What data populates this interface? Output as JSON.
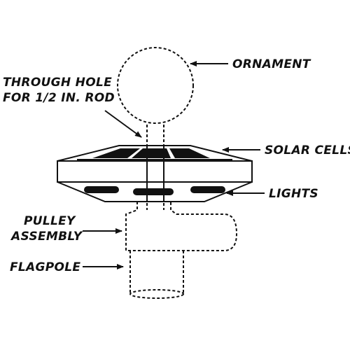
{
  "labels": {
    "ornament": "ORNAMENT",
    "through_hole_line1": "THROUGH HOLE",
    "through_hole_line2": "FOR 1/2 IN. ROD",
    "solar_cells": "SOLAR CELLS",
    "lights": "LIGHTS",
    "pulley_line1": "PULLEY",
    "pulley_line2": "ASSEMBLY",
    "flagpole": "FLAGPOLE"
  }
}
